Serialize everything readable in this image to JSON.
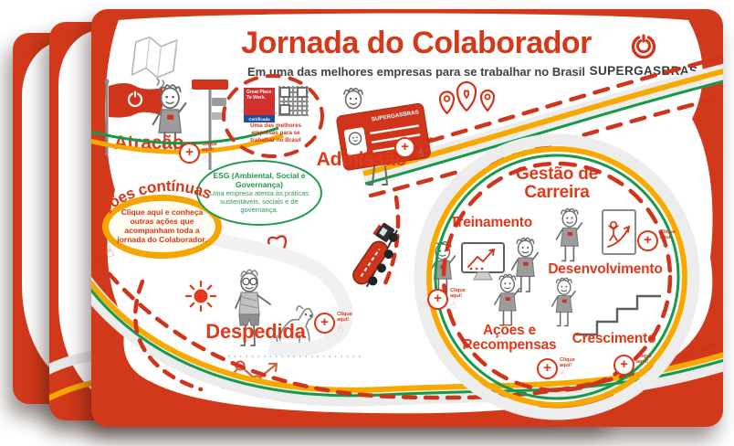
{
  "page": {
    "title": "Jornada do Colaborador",
    "subtitle": "Em uma das melhores empresas para se trabalhar no Brasil"
  },
  "brand": {
    "name": "SUPERGASBRAS"
  },
  "certification": {
    "badge": "Great Place To Work.",
    "band": "Certificada",
    "caption": "Uma das melhores empresas para se trabalhar no Brasil"
  },
  "stages": {
    "atracao": {
      "label": "Atração"
    },
    "admissao": {
      "label": "Admissão",
      "badge_text": "SUPERGASBRAS"
    },
    "despedida": {
      "label": "Despedida"
    }
  },
  "career": {
    "title": "Gestão de Carreira",
    "items": [
      {
        "label": "Treinamento"
      },
      {
        "label": "Desenvolvimento"
      },
      {
        "label": "Ações e Recompensas"
      },
      {
        "label": "Crescimento"
      }
    ]
  },
  "continuous": {
    "title": "Ações contínuas",
    "bubble": "Clique aqui e conheça outras ações que acompanham toda a jornada do Colaborador."
  },
  "esg": {
    "title": "ESG (Ambiental, Social e Governança)",
    "text": "Uma empresa atenta às práticas sustentáveis, sociais e de governança."
  },
  "clique": {
    "label": "Clique aqui!",
    "plus": "+",
    "hand": "☝"
  },
  "colors": {
    "red": "#d2391b",
    "label_red": "#e03a1a",
    "yellow": "#f8a900",
    "green": "#159a4a",
    "road_gray": "#ececec",
    "dark_text": "#424242",
    "blue": "#1f4e9c"
  }
}
